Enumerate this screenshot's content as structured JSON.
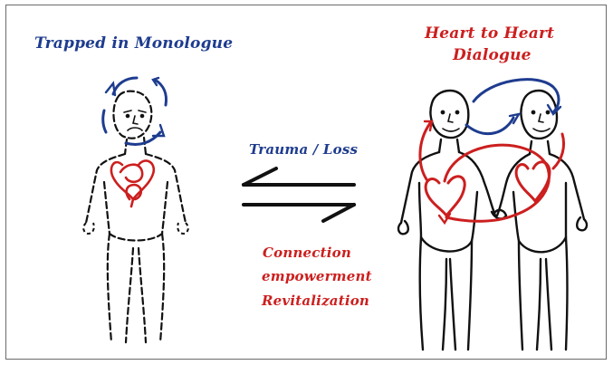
{
  "figure": {
    "left_title": "Trapped in Monologue",
    "right_title_line1": "Heart to Heart",
    "right_title_line2": "Dialogue",
    "arrow_label_top": "Trauma / Loss",
    "arrow_label_bottom": [
      "Connection",
      "empowerment",
      "Revitalization"
    ]
  },
  "colors": {
    "blue": "#1e3c8f",
    "red": "#cc1f1f",
    "ink": "#111111"
  },
  "icons": {
    "left_figure": "dashed-human-outline",
    "right_figures": "two-human-outlines-holding-hands",
    "cycle_arrows": "circular-arrows",
    "equilibrium_arrows": "harpoon-arrows"
  }
}
